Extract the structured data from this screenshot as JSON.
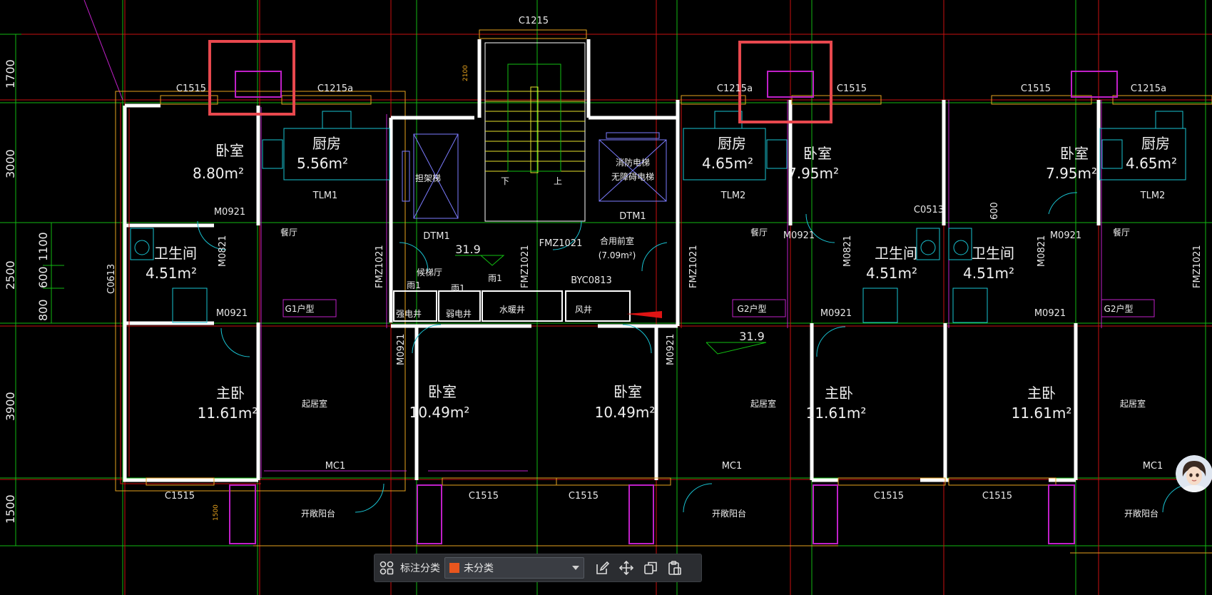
{
  "rooms": {
    "bedroom_1": "卧室",
    "bedroom_1_area": "8.80m²",
    "kitchen_1": "厨房",
    "kitchen_1_area": "5.56m²",
    "bath_1": "卫生间",
    "bath_1_area": "4.51m²",
    "master_1": "主卧",
    "master_1_area": "11.61m²",
    "living_1": "起居室",
    "dining_1": "餐厅",
    "balcony_1": "开敞阳台",
    "bedroom_2": "卧室",
    "bedroom_2_area": "10.49m²",
    "bedroom_3": "卧室",
    "bedroom_3_area": "10.49m²",
    "kitchen_2": "厨房",
    "kitchen_2_area": "4.65m²",
    "bedroom_4": "卧室",
    "bedroom_4_area": "7.95m²",
    "dining_2": "餐厅",
    "bath_2": "卫生间",
    "bath_2_area": "4.51m²",
    "living_2": "起居室",
    "master_2": "主卧",
    "master_2_area": "11.61m²",
    "balcony_2": "开敞阳台",
    "bedroom_5": "卧室",
    "bedroom_5_area": "7.95m²",
    "kitchen_3": "厨房",
    "kitchen_3_area": "4.65m²",
    "bath_3": "卫生间",
    "bath_3_area": "4.51m²",
    "dining_3": "餐厅",
    "master_3": "主卧",
    "master_3_area": "11.61m²",
    "living_3": "起居室",
    "balcony_3": "开敞阳台",
    "lift_1": "担架梯",
    "lift_2a": "消防电梯",
    "lift_2b": "无障碍电梯",
    "lobby_a": "合用前室",
    "lobby_b": "(7.09m²)",
    "stair_down": "下",
    "stair_up": "上",
    "hall": "候梯厅",
    "rain_1": "雨1",
    "rain_2": "雨1",
    "rain_3": "雨1",
    "shaft_strong": "强电井",
    "shaft_weak": "弱电井",
    "shaft_water": "水暖井",
    "shaft_wind": "风井",
    "unit_g1": "G1户型",
    "unit_g2a": "G2户型",
    "unit_g2b": "G2户型"
  },
  "tags": {
    "c1215_top": "C1215",
    "c1515_1": "C1515",
    "c1215a_1": "C1215a",
    "c1215a_2": "C1215a",
    "c1515_2": "C1515",
    "c1515_3": "C1515",
    "c1215a_3": "C1215a",
    "tlm1": "TLM1",
    "tlm2_a": "TLM2",
    "tlm2_b": "TLM2",
    "m0921_a": "M0921",
    "m0821_a": "M0821",
    "m0921_b": "M0921",
    "c0613": "C0613",
    "dtm1_a": "DTM1",
    "dtm1_b": "DTM1",
    "fmz1021_a": "FMZ1021",
    "fmz1021_b": "FMZ1021",
    "fmz1021_c": "FMZ1021",
    "fmz1021_d": "FMZ1021",
    "fmz1021_e": "FMZ1021",
    "byc0813": "BYC0813",
    "m0921_c": "M0921",
    "m0921_d": "M0921",
    "m0921_e": "M0921",
    "m0821_b": "M0821",
    "m0921_f": "M0921",
    "m0921_g": "M0921",
    "m0821_c": "M0821",
    "m0921_h": "M0921",
    "c0513": "C0513",
    "mc1_a": "MC1",
    "mc1_b": "MC1",
    "mc1_c": "MC1",
    "c1515_b1": "C1515",
    "c1515_b2": "C1515",
    "c1515_b3": "C1515",
    "c1515_b4": "C1515",
    "c1515_b5": "C1515",
    "elev_1": "31.9",
    "elev_2": "31.9",
    "dim_2100": "2100",
    "dim_1500b": "1500",
    "dim_600": "600"
  },
  "dims": {
    "d1700": "1700",
    "d3000": "3000",
    "d2500": "2500",
    "d3900": "3900",
    "d1500": "1500",
    "d1100": "1100",
    "d600": "600",
    "d800": "800"
  },
  "toolbar": {
    "category_label": "标注分类",
    "category_value": "未分类",
    "category_color": "#e8561e"
  },
  "colors": {
    "highlight": "#e8484e",
    "wall": "#ffffff",
    "grid_red": "#d01010",
    "grid_green": "#12c012",
    "fixture_cyan": "#19c3d2",
    "magenta": "#c020c8",
    "stair_yellow": "#e6e22c"
  }
}
